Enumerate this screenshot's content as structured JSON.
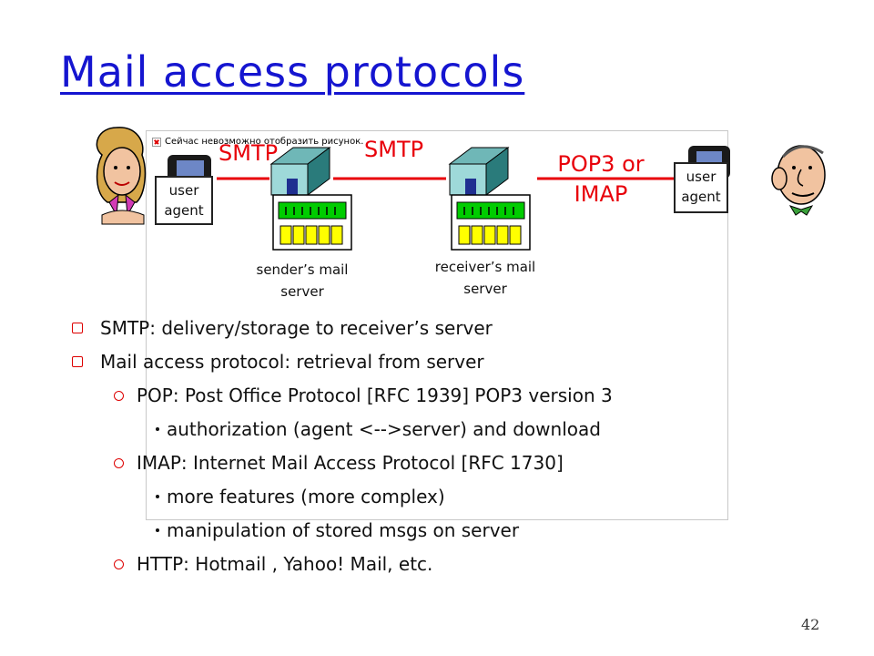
{
  "slide": {
    "title": "Mail access protocols",
    "page_number": "42"
  },
  "figure": {
    "broken_image_text": "Сейчас невозможно отобразить рисунок.",
    "protocol_labels": {
      "smtp_1": "SMTP",
      "smtp_2": "SMTP",
      "pop_imap_line1": "POP3 or",
      "pop_imap_line2": "IMAP"
    },
    "user_agent_left": {
      "line1": "user",
      "line2": "agent"
    },
    "user_agent_right": {
      "line1": "user",
      "line2": "agent"
    },
    "sender_server": {
      "line1": "sender’s mail",
      "line2": "server"
    },
    "receiver_server": {
      "line1": "receiver’s mail",
      "line2": "server"
    },
    "colors": {
      "protocol_red": "#e8000a",
      "server_green": "#00cc00",
      "server_yellow": "#ffff00"
    }
  },
  "bullets": [
    {
      "level": 1,
      "text": "SMTP: delivery/storage to receiver’s server"
    },
    {
      "level": 1,
      "text": "Mail access protocol: retrieval from server"
    },
    {
      "level": 2,
      "text": "POP: Post Office Protocol [RFC 1939] POP3 version 3"
    },
    {
      "level": 3,
      "text": "authorization (agent <-->server) and download"
    },
    {
      "level": 2,
      "text": "IMAP: Internet Mail Access Protocol [RFC 1730]"
    },
    {
      "level": 3,
      "text": "more features (more complex)"
    },
    {
      "level": 3,
      "text": "manipulation of stored msgs on server"
    },
    {
      "level": 2,
      "text": "HTTP: Hotmail , Yahoo! Mail, etc."
    }
  ],
  "icons": [
    "woman-person-icon",
    "man-person-icon",
    "computer-icon",
    "mail-server-icon",
    "bullet-r-icon",
    "bullet-m-icon"
  ]
}
